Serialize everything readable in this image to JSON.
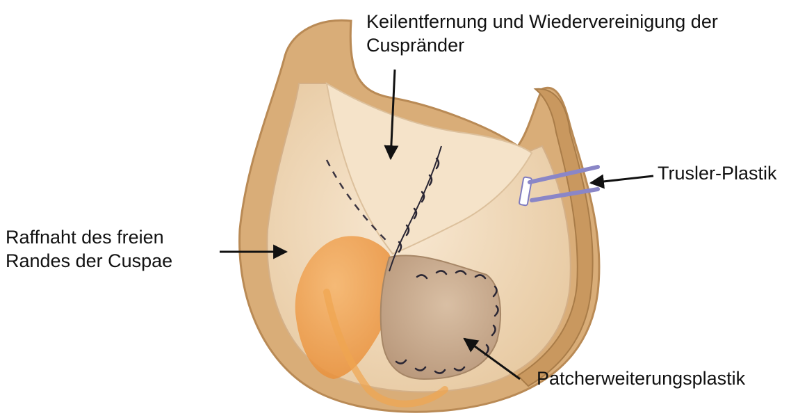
{
  "labels": {
    "keilentfernung_line1": "Keilentfernung und Wiedervereinigung der",
    "keilentfernung_line2": "Cuspränder",
    "raffnaht_line1": "Raffnaht des freien",
    "raffnaht_line2": "Randes der Cuspae",
    "trusler": "Trusler-Plastik",
    "patch": "Patcherweiterungsplastik"
  },
  "colors": {
    "wall": "#d9ad78",
    "wall_dark": "#b98a55",
    "interior": "#f3dfc3",
    "cusp_orange": "#f2a04c",
    "patch": "#c9a98a",
    "suture": "#2a2633",
    "trusler_suture": "#8a86c7",
    "arrow": "#111111"
  }
}
